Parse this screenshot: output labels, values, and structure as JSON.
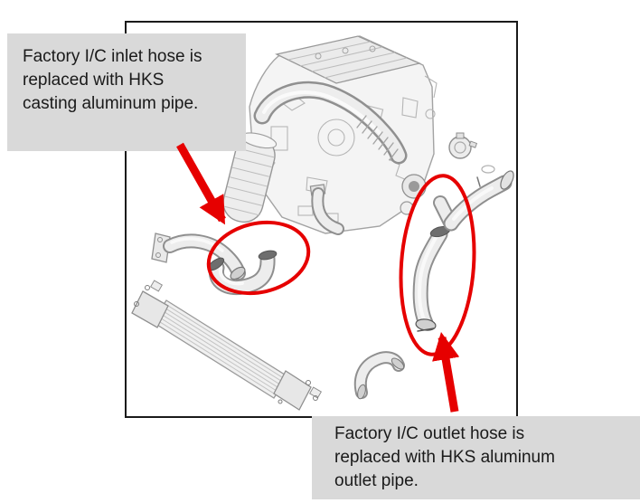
{
  "figure": {
    "description": "Exploded grayscale CAD drawing of a turbocharged engine with intercooler and charge piping",
    "border_color": "#1a1a1a",
    "parts": [
      "engine-block",
      "valve-cover",
      "intake-hose",
      "ribbed-canister",
      "downpipe",
      "left-elbow-pipe",
      "factory-ic-inlet-hose",
      "intercooler",
      "bottom-elbow-hose",
      "factory-ic-outlet-hose",
      "coupler-sleeve",
      "upper-right-pipe",
      "hose-clamp"
    ]
  },
  "callouts": {
    "inlet": {
      "lines": [
        "Factory I/C inlet hose is",
        "replaced with HKS",
        "casting aluminum pipe."
      ],
      "text": "Factory I/C inlet hose is replaced with HKS casting aluminum pipe."
    },
    "outlet": {
      "lines": [
        "Factory I/C outlet hose is",
        "replaced with HKS aluminum",
        "outlet pipe."
      ],
      "text": "Factory I/C outlet hose is replaced with HKS aluminum outlet pipe."
    }
  },
  "annotations": {
    "highlight_color": "#e60000",
    "callout_bg": "#d9d9d9",
    "text_color": "#1a1a1a"
  }
}
